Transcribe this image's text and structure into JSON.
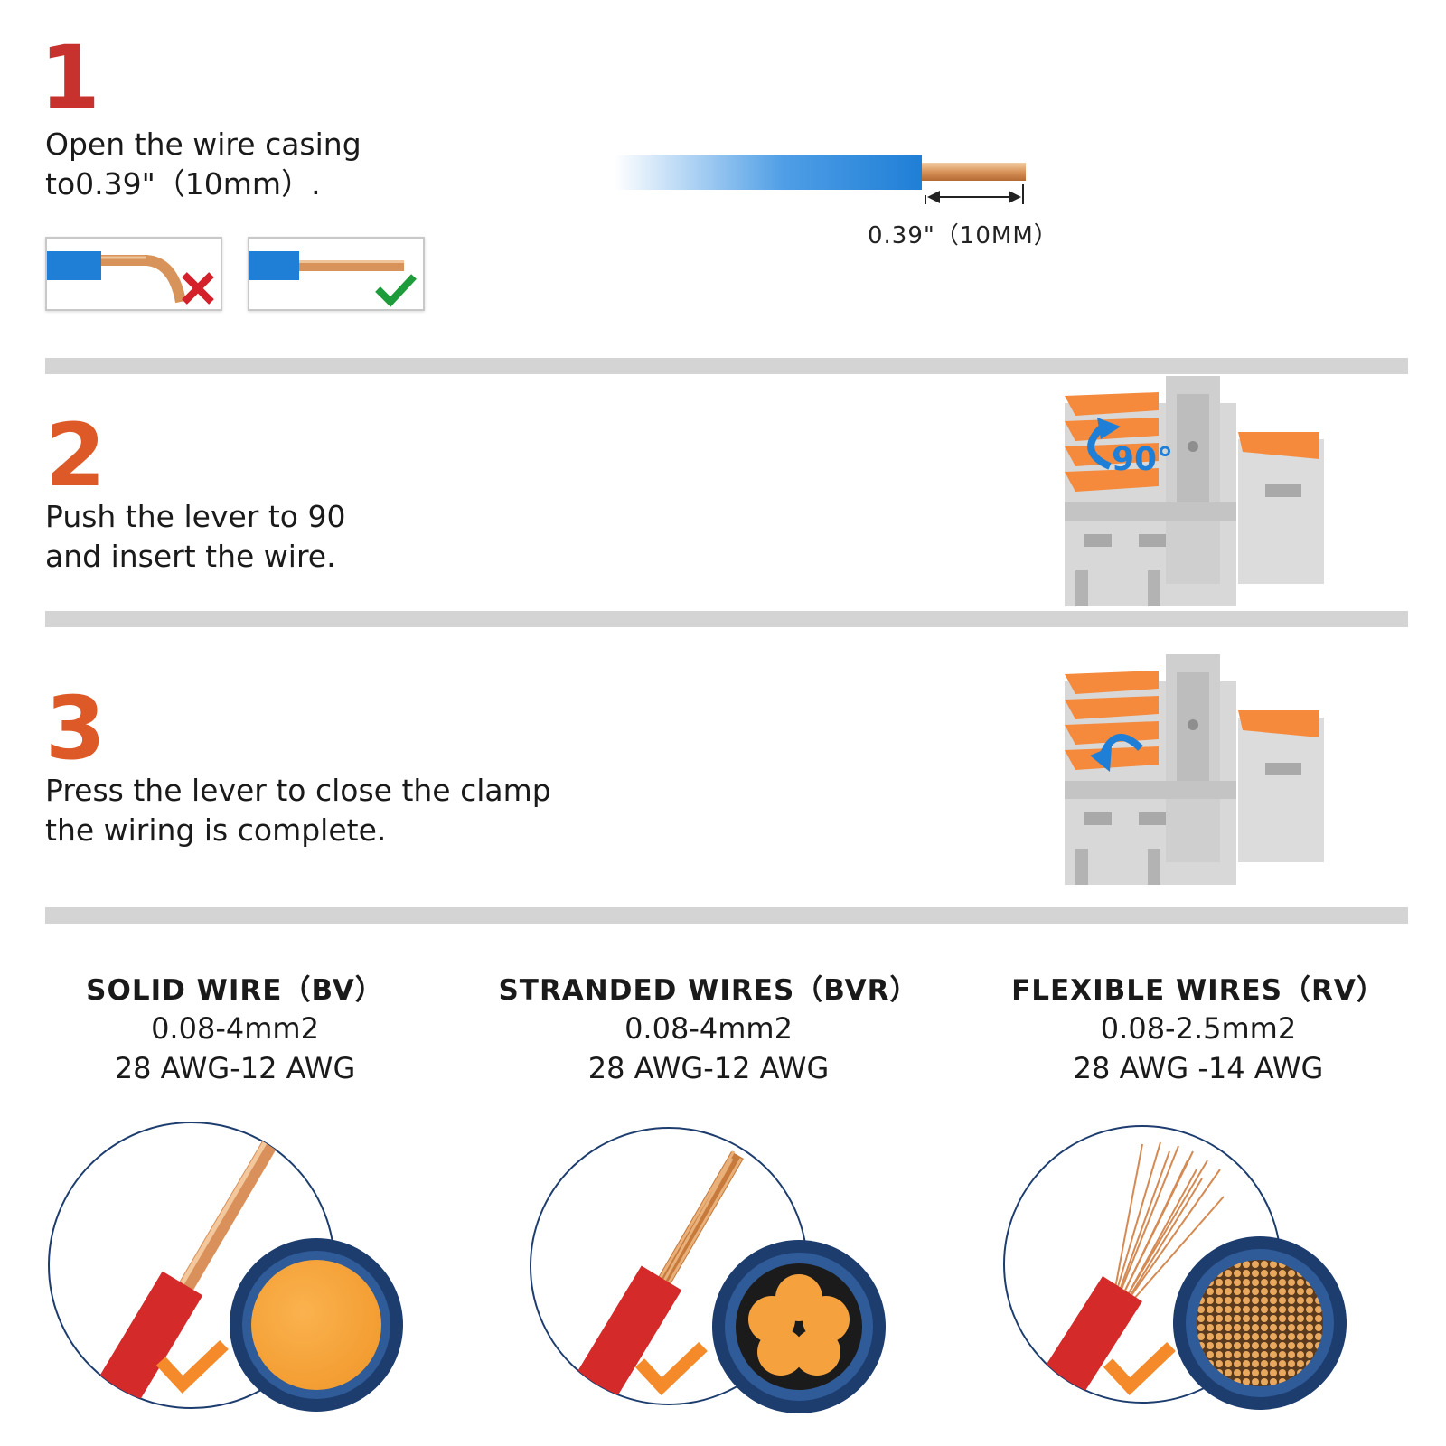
{
  "colors": {
    "step1": "#c8322e",
    "step2": "#dd5a28",
    "step3": "#dd5a28",
    "divider": "#d4d4d4",
    "wire_blue": "#1f7fd6",
    "copper": "#d8935a",
    "insulation_red": "#d42a2a",
    "connector_grey": "#d8d8d8",
    "lever_orange": "#f58a3c",
    "check_green": "#1e9b3b",
    "cross_red": "#d4202a",
    "circle_navy": "#1d3d6e"
  },
  "step1": {
    "number": "1",
    "text_line1": "Open the wire casing",
    "text_line2": "to0.39\"（10mm）.",
    "measure_label": "0.39\"（10MM）",
    "bad_example_icon": "cross-icon",
    "good_example_icon": "check-icon"
  },
  "step2": {
    "number": "2",
    "text_line1": "Push the lever to 90",
    "text_line2": "and insert the wire.",
    "angle_label": "90°"
  },
  "step3": {
    "number": "3",
    "text_line1": "Press the lever to close the clamp",
    "text_line2": "the wiring is complete."
  },
  "wire_types": [
    {
      "title": "SOLID WIRE（BV）",
      "spec1": "0.08-4mm2",
      "spec2": "28 AWG-12 AWG",
      "icon": "solid-wire-icon"
    },
    {
      "title": "STRANDED WIRES（BVR）",
      "spec1": "0.08-4mm2",
      "spec2": "28 AWG-12 AWG",
      "icon": "stranded-wire-icon"
    },
    {
      "title": "FLEXIBLE WIRES（RV）",
      "spec1": "0.08-2.5mm2",
      "spec2": "28 AWG -14 AWG",
      "icon": "flexible-wire-icon"
    }
  ]
}
